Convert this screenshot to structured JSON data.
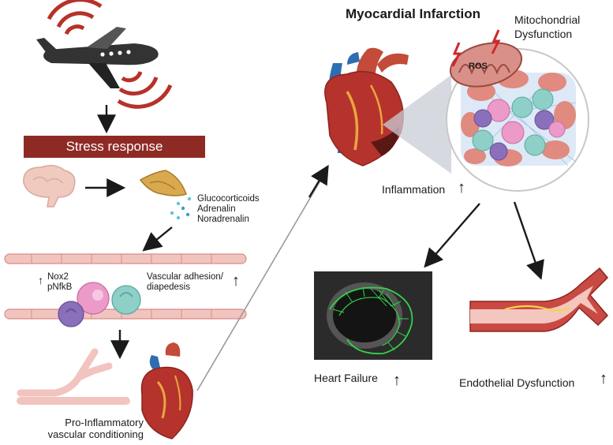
{
  "title": "Myocardial Infarction",
  "mito": {
    "label_line1": "Mitochondrial",
    "label_line2": "Dysfunction",
    "ros": "ROS"
  },
  "stress": {
    "banner": "Stress response"
  },
  "hormones": {
    "h1": "Glucocorticoids",
    "h2": "Adrenalin",
    "h3": "Noradrenalin"
  },
  "vessel": {
    "nox2": "Nox2",
    "pnfkb": "pNfkB",
    "adhesion_line1": "Vascular adhesion/",
    "adhesion_line2": "diapedesis"
  },
  "conditioning": {
    "line1": "Pro-Inflammatory",
    "line2": "vascular conditioning"
  },
  "outcomes": {
    "inflammation": "Inflammation",
    "heart_failure": "Heart Failure",
    "endothelial": "Endothelial Dysfunction"
  },
  "arrow_glyph": "↑",
  "colors": {
    "banner": "#8e2a24",
    "heart_red": "#b5332c",
    "artery_blue": "#2f6db3",
    "vessel_pink": "#f2c4c0",
    "radio_red": "#b6322a",
    "plane": "#333333",
    "echo_green": "#33d14a"
  }
}
